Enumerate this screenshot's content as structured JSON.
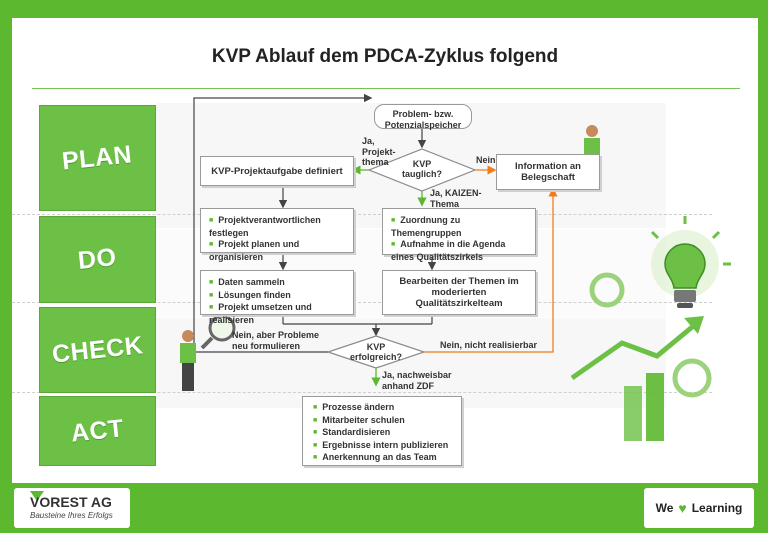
{
  "title": "KVP Ablauf dem PDCA-Zyklus folgend",
  "phases": [
    "PLAN",
    "DO",
    "CHECK",
    "ACT"
  ],
  "nodes": {
    "start": "Problem- bzw. Potenzialspeicher",
    "decision1": "KVP tauglich?",
    "task": "KVP-Projektaufgabe definiert",
    "info": "Information an Belegschaft",
    "do_left": [
      "Projektverantwortlichen festlegen",
      "Projekt planen und organisieren"
    ],
    "do_right": [
      "Zuordnung zu Themengruppen",
      "Aufnahme in die Agenda eines Qualitätszirkels"
    ],
    "check_left": [
      "Daten sammeln",
      "Lösungen finden",
      "Projekt umsetzen und realisieren"
    ],
    "check_right": "Bearbeiten der Themen im moderierten Qualitätszirkelteam",
    "decision2": "KVP erfolgreich?",
    "act": [
      "Prozesse ändern",
      "Mitarbeiter schulen",
      "Standardisieren",
      "Ergebnisse intern publizieren",
      "Anerkennung an das Team"
    ]
  },
  "labels": {
    "yes_project": "Ja, Projekt-thema",
    "no": "Nein",
    "yes_kaizen": "Ja, KAIZEN-Thema",
    "no_reformulate": "Nein, aber Probleme neu formulieren",
    "no_not_realizable": "Nein, nicht realisierbar",
    "yes_proven": "Ja, nachweisbar anhand ZDF"
  },
  "footer": {
    "company": "VOREST AG",
    "slogan": "Bausteine Ihres Erfolgs",
    "we": "We",
    "learning": "Learning"
  },
  "colors": {
    "green": "#5cb82e",
    "orange": "#f07d1a"
  }
}
